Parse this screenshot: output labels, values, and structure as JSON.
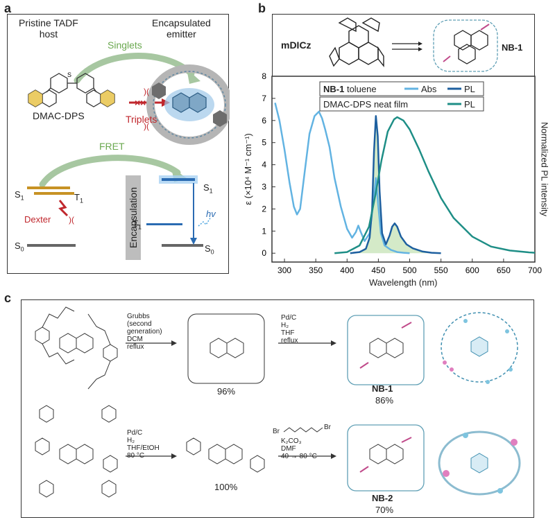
{
  "panel_labels": {
    "a": "a",
    "b": "b",
    "c": "c"
  },
  "panel_a": {
    "host_title": "Pristine TADF\nhost",
    "emitter_title": "Encapsulated\nemitter",
    "singlets": "Singlets",
    "triplets": "Triplets",
    "host_name": "DMAC-DPS",
    "fret": "FRET",
    "s1_left": "S",
    "s1_left_sub": "1",
    "t1_left": "T",
    "t1_left_sub": "1",
    "dexter": "Dexter",
    "s0_left": "S",
    "s0_left_sub": "0",
    "encapsulation": "Encapsulation",
    "s1_right": "S",
    "s1_right_sub": "1",
    "t1_right": "T",
    "t1_right_sub": "1",
    "hv": "hv",
    "s0_right": "S",
    "s0_right_sub": "0"
  },
  "panel_b_scheme": {
    "left_name": "mDICz",
    "right_name": "NB-1"
  },
  "chart_data": {
    "type": "line",
    "xlabel": "Wavelength (nm)",
    "ylabel_left": "ε (×10⁴ M⁻¹ cm⁻¹)",
    "ylabel_right": "Normalized PL intensity",
    "xlim": [
      280,
      700
    ],
    "ylim": [
      -0.4,
      8
    ],
    "xticks": [
      "300",
      "350",
      "400",
      "450",
      "500",
      "550",
      "600",
      "650",
      "700"
    ],
    "yticks": [
      "0",
      "1",
      "2",
      "3",
      "4",
      "5",
      "6",
      "7",
      "8"
    ],
    "legend": {
      "row1_bold": "NB-1",
      "row1_text": " toluene",
      "row1_abs": "Abs",
      "row1_pl": "PL",
      "row2_text": "DMAC-DPS neat film",
      "row2_pl": "PL"
    },
    "colors": {
      "abs": "#62b3e2",
      "pl_nb1": "#1d5f9f",
      "pl_film": "#1e8e86",
      "overlap": "#c5e3b5"
    },
    "series": [
      {
        "name": "Abs",
        "x": [
          285,
          292,
          300,
          308,
          315,
          320,
          325,
          332,
          340,
          348,
          355,
          360,
          365,
          372,
          380,
          390,
          400,
          408,
          414,
          418,
          422,
          428,
          436,
          442,
          446,
          450,
          454,
          460,
          470,
          480,
          490,
          500
        ],
        "y": [
          6.8,
          6.0,
          4.7,
          3.2,
          2.1,
          1.75,
          2.0,
          3.6,
          5.4,
          6.2,
          6.4,
          6.1,
          5.6,
          4.8,
          3.4,
          2.1,
          1.1,
          0.7,
          0.95,
          1.25,
          0.95,
          0.55,
          0.9,
          2.3,
          3.4,
          2.1,
          0.9,
          0.35,
          0.15,
          0.05,
          0.02,
          0.0
        ]
      },
      {
        "name": "PL",
        "x": [
          405,
          420,
          430,
          436,
          440,
          443,
          446,
          449,
          452,
          456,
          462,
          468,
          472,
          476,
          480,
          486,
          495,
          505,
          520,
          535,
          550
        ],
        "y": [
          0.0,
          0.05,
          0.2,
          0.7,
          2.0,
          4.6,
          6.2,
          5.3,
          2.8,
          0.9,
          0.4,
          0.8,
          1.2,
          1.35,
          1.2,
          0.75,
          0.4,
          0.22,
          0.08,
          0.02,
          0.0
        ]
      },
      {
        "name": "PL",
        "x": [
          380,
          400,
          420,
          435,
          445,
          455,
          465,
          475,
          480,
          490,
          500,
          515,
          530,
          550,
          570,
          600,
          630,
          660,
          690,
          700
        ],
        "y": [
          0.0,
          0.05,
          0.35,
          1.2,
          2.6,
          4.2,
          5.5,
          6.05,
          6.15,
          6.0,
          5.6,
          4.7,
          3.7,
          2.5,
          1.6,
          0.75,
          0.3,
          0.12,
          0.04,
          0.02
        ]
      }
    ]
  },
  "panel_c": {
    "step1_reagents": "Grubbs\n(second\ngeneration)\nDCM\nreflux",
    "step1_yield": "96%",
    "step2_reagents": "Pd/C\nH₂\nTHF\nreflux",
    "nb1_label": "NB-1",
    "nb1_yield": "86%",
    "step3_reagents": "Pd/C\nH₂\nTHF/EtOH\n80 °C",
    "step3_yield": "100%",
    "step4_br_left": "Br",
    "step4_br_right": "Br",
    "step4_reagents": "K₂CO₃\nDMF\n40 → 80 °C",
    "nb2_label": "NB-2",
    "nb2_yield": "70%"
  }
}
